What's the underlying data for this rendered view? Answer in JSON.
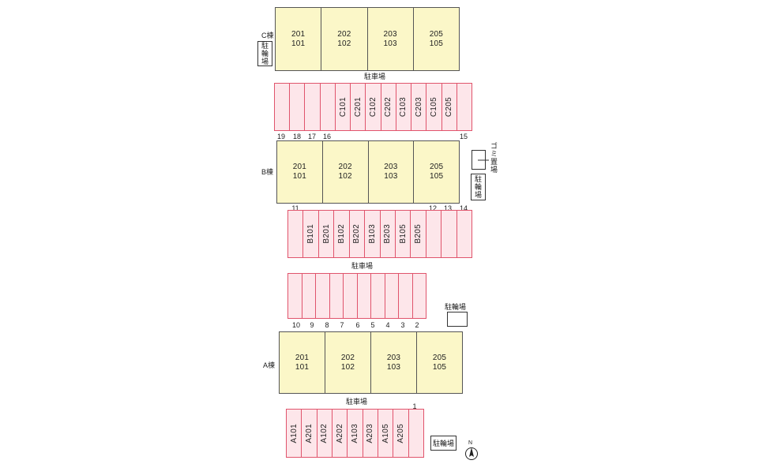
{
  "buildings": {
    "c": {
      "label": "C棟",
      "units": [
        [
          "201",
          "101"
        ],
        [
          "202",
          "102"
        ],
        [
          "203",
          "103"
        ],
        [
          "205",
          "105"
        ]
      ]
    },
    "b": {
      "label": "B棟",
      "units": [
        [
          "201",
          "101"
        ],
        [
          "202",
          "102"
        ],
        [
          "203",
          "103"
        ],
        [
          "205",
          "105"
        ]
      ]
    },
    "a": {
      "label": "A棟",
      "units": [
        [
          "201",
          "101"
        ],
        [
          "202",
          "102"
        ],
        [
          "203",
          "103"
        ],
        [
          "205",
          "105"
        ]
      ]
    }
  },
  "parking_lots": {
    "c": [
      "",
      "",
      "",
      "",
      "C101",
      "C201",
      "C102",
      "C202",
      "C103",
      "C203",
      "C105",
      "C205",
      ""
    ],
    "b": [
      "",
      "B101",
      "B201",
      "B102",
      "B202",
      "B103",
      "B203",
      "B105",
      "B205",
      "",
      "",
      ""
    ],
    "mid": [
      "",
      "",
      "",
      "",
      "",
      "",
      "",
      "",
      "",
      ""
    ],
    "a": [
      "A101",
      "A201",
      "A102",
      "A202",
      "A103",
      "A203",
      "A105",
      "A205",
      ""
    ]
  },
  "space_numbers": {
    "row1": [
      "19",
      "18",
      "17",
      "16",
      "15"
    ],
    "row2": [
      "11",
      "12",
      "13",
      "14"
    ],
    "row3": [
      "10",
      "9",
      "8",
      "7",
      "6",
      "5",
      "4",
      "3",
      "2"
    ],
    "row4": [
      "1"
    ]
  },
  "labels": {
    "parking": "駐車場",
    "bicycle": "駐輪場",
    "garbage": "ゴミ置場",
    "north": "N"
  }
}
